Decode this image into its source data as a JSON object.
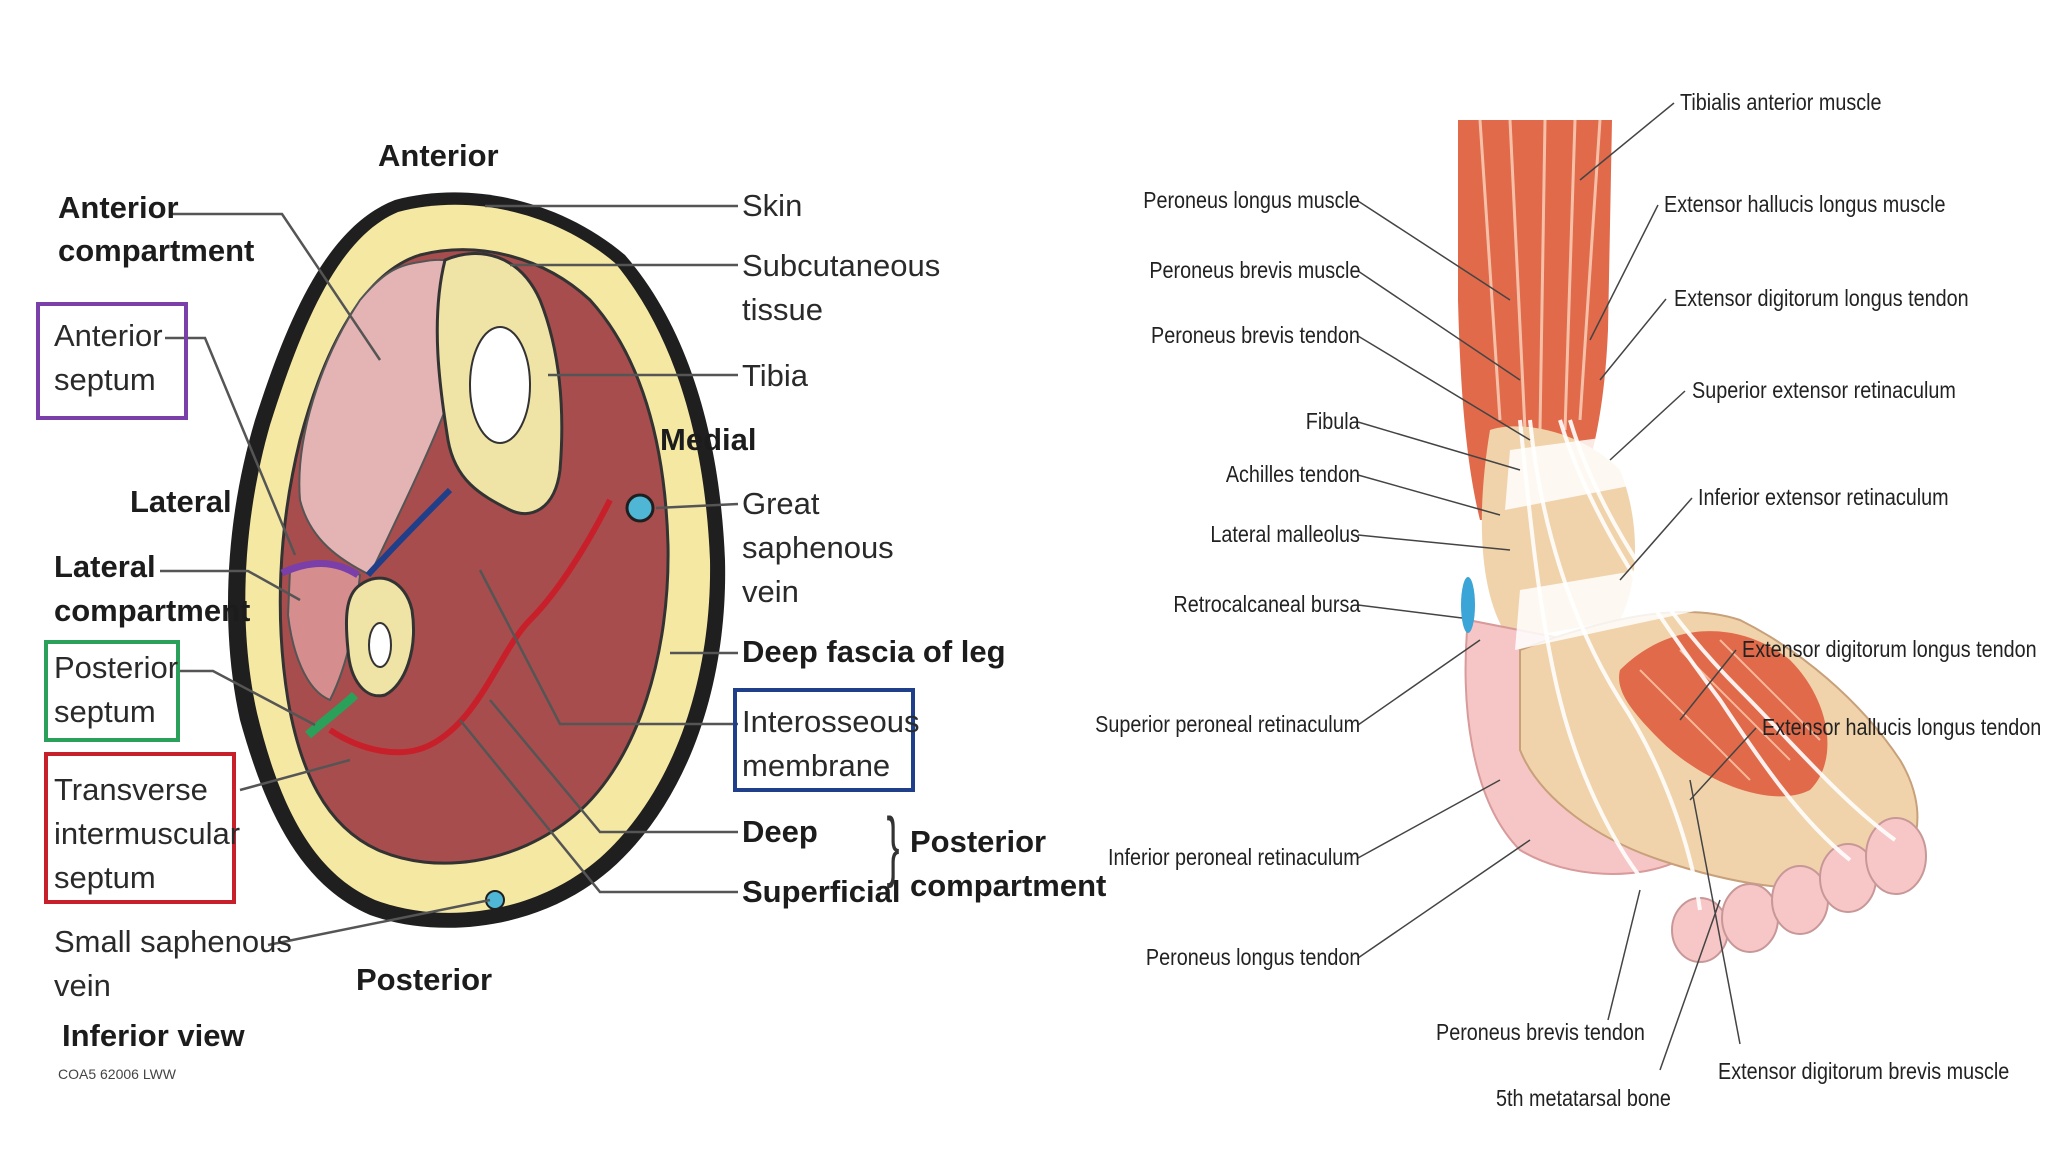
{
  "left_diagram": {
    "orientation": {
      "anterior": "Anterior",
      "posterior": "Posterior",
      "lateral": "Lateral",
      "medial": "Medial"
    },
    "labels": {
      "anterior_compartment": [
        "Anterior",
        "compartment"
      ],
      "anterior_septum": [
        "Anterior",
        "septum"
      ],
      "lateral_compartment": [
        "Lateral",
        "compartment"
      ],
      "posterior_septum": [
        "Posterior",
        "septum"
      ],
      "transverse_septum": [
        "Transverse",
        "intermuscular",
        "septum"
      ],
      "small_saphenous_vein": [
        "Small saphenous",
        "vein"
      ],
      "skin": "Skin",
      "subcutaneous_tissue": [
        "Subcutaneous",
        "tissue"
      ],
      "tibia": "Tibia",
      "great_saphenous_vein": [
        "Great",
        "saphenous",
        "vein"
      ],
      "deep_fascia": "Deep fascia of leg",
      "interosseous_membrane": [
        "Interosseous",
        "membrane"
      ],
      "deep": "Deep",
      "superficial": "Superficial",
      "posterior_compartment": [
        "Posterior",
        "compartment"
      ]
    },
    "view_caption": "Inferior view",
    "credit": "COA5 62006 LWW",
    "box_colors": {
      "anterior_septum": "#7a3fa8",
      "posterior_septum": "#2aa05a",
      "transverse_septum": "#c8202a",
      "interosseous_membrane": "#1f3f8a"
    }
  },
  "right_diagram": {
    "left_labels": [
      "Peroneus longus muscle",
      "Peroneus brevis muscle",
      "Peroneus brevis tendon",
      "Fibula",
      "Achilles tendon",
      "Lateral malleolus",
      "Retrocalcaneal bursa",
      "Superior peroneal retinaculum",
      "Inferior peroneal retinaculum",
      "Peroneus longus tendon"
    ],
    "right_labels": [
      "Tibialis anterior muscle",
      "Extensor hallucis longus muscle",
      "Extensor digitorum longus tendon",
      "Superior extensor retinaculum",
      "Inferior extensor retinaculum",
      "Extensor digitorum longus tendon",
      "Extensor hallucis longus tendon"
    ],
    "bottom_labels": [
      "Peroneus brevis tendon",
      "5th metatarsal bone",
      "Extensor digitorum brevis muscle"
    ]
  }
}
